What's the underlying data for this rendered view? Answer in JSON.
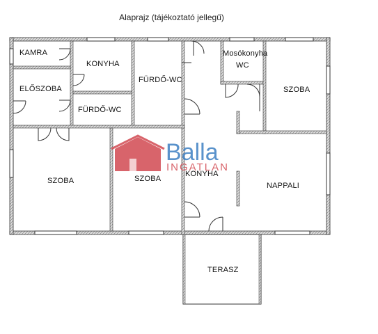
{
  "title": "Alaprajz (tájékoztató jellegű)",
  "rooms": {
    "kamra": "KAMRA",
    "konyha_top": "KONYHA",
    "eloszoba": "ELŐSZOBA",
    "furdo_wc_small": "FÜRDŐ-WC",
    "furdo_wc": "FÜRDŐ-WC",
    "mosokonyha": "Mosókonyha",
    "mosokonyha_wc": "WC",
    "szoba_right": "SZOBA",
    "szoba_left": "SZOBA",
    "szoba_mid": "SZOBA",
    "konyha_mid": "KONYHA",
    "nappali": "NAPPALI",
    "terasz": "TERASZ"
  },
  "watermark": {
    "brand": "Balla",
    "sub": "INGATLAN",
    "brand_color": "#3d7fc2",
    "accent_color": "#d24a52"
  }
}
